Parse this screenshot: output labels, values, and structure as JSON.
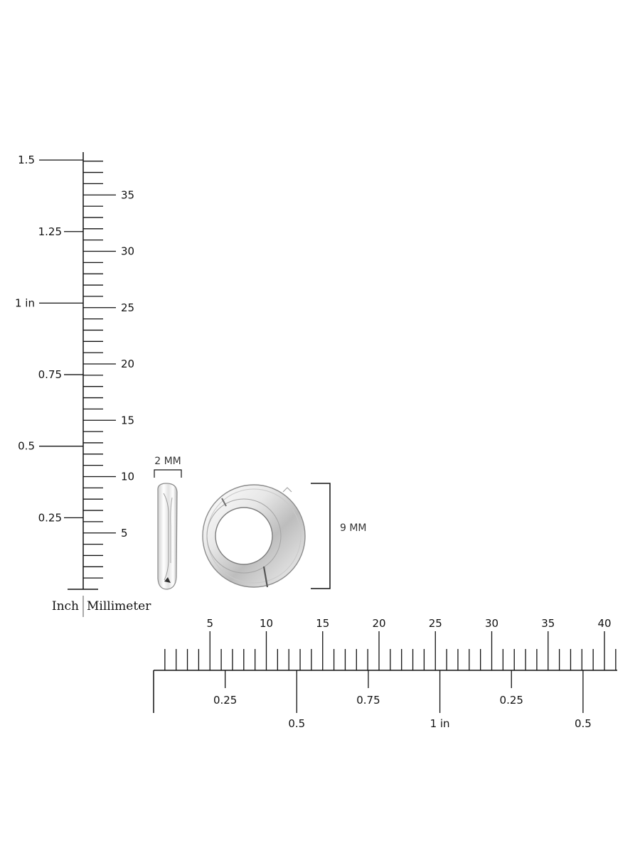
{
  "vertical_ruler": {
    "inch_caption": "Inch",
    "mm_caption": "Millimeter",
    "inch_labels": [
      {
        "value": 0.25,
        "label": "0.25"
      },
      {
        "value": 0.5,
        "label": "0.5"
      },
      {
        "value": 0.75,
        "label": "0.75"
      },
      {
        "value": 1,
        "label": "1 in"
      },
      {
        "value": 1.25,
        "label": "1.25"
      },
      {
        "value": 1.5,
        "label": "1.5"
      }
    ],
    "mm_labels": [
      {
        "value": 5,
        "label": "5"
      },
      {
        "value": 10,
        "label": "10"
      },
      {
        "value": 15,
        "label": "15"
      },
      {
        "value": 20,
        "label": "20"
      },
      {
        "value": 25,
        "label": "25"
      },
      {
        "value": 30,
        "label": "30"
      },
      {
        "value": 35,
        "label": "35"
      }
    ],
    "mm_max": 38
  },
  "horizontal_ruler": {
    "mm_labels": [
      {
        "value": 5,
        "label": "5"
      },
      {
        "value": 10,
        "label": "10"
      },
      {
        "value": 15,
        "label": "15"
      },
      {
        "value": 20,
        "label": "20"
      },
      {
        "value": 25,
        "label": "25"
      },
      {
        "value": 30,
        "label": "30"
      },
      {
        "value": 35,
        "label": "35"
      },
      {
        "value": 40,
        "label": "40"
      }
    ],
    "mm_max": 41,
    "inch_labels": [
      {
        "value": 0.25,
        "label": "0.25"
      },
      {
        "value": 0.5,
        "label": "0.5"
      },
      {
        "value": 0.75,
        "label": "0.75"
      },
      {
        "value": 1,
        "label": "1 in"
      },
      {
        "value": 1.25,
        "label": "0.25"
      },
      {
        "value": 1.5,
        "label": "0.5"
      }
    ]
  },
  "product": {
    "width_label": "2 MM",
    "height_label": "9 MM",
    "metal_color": "#d9d9d9"
  }
}
